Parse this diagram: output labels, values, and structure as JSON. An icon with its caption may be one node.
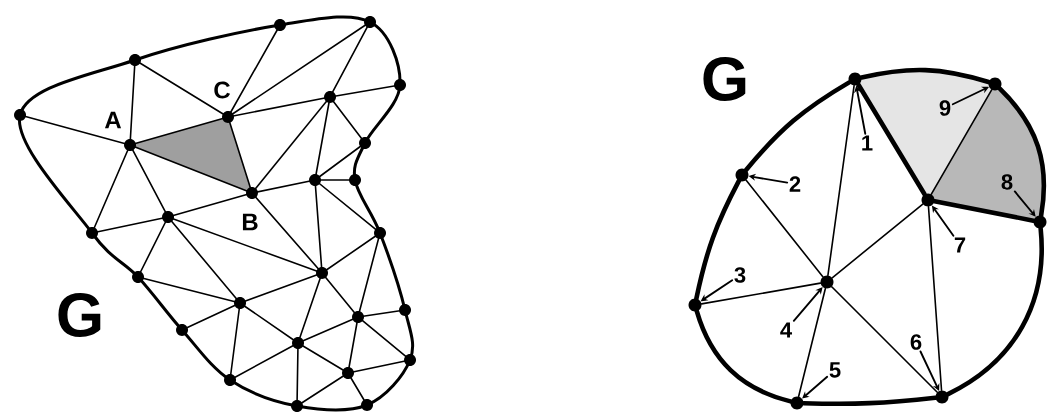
{
  "diagram": {
    "nodes": [
      {
        "text": [
          "1"
        ]
      },
      {
        "text": [
          "2"
        ]
      },
      {
        "text": [
          "3"
        ]
      },
      {
        "text": [
          "4"
        ]
      },
      {
        "text": [
          "5"
        ]
      },
      {
        "text": [
          "6"
        ]
      },
      {
        "text": [
          "7"
        ]
      },
      {
        "text": [
          "8"
        ]
      },
      {
        "text": [
          "9"
        ]
      },
      {
        "text": [],
        "shape": "circle"
      },
      {
        "text": [],
        "shape": "circle"
      },
      {
        "text": [],
        "shape": "circle"
      },
      {
        "text": [],
        "shape": "circle"
      },
      {
        "text": [],
        "shape": "circle"
      },
      {
        "text": [],
        "shape": "circle"
      },
      {
        "text": [],
        "shape": "circle"
      },
      {
        "text": [],
        "shape": "circle"
      },
      {
        "text": [],
        "shape": "circle"
      }
    ],
    "edges": [
      {
        "from": 0,
        "to": 9,
        "arrow": "to"
      },
      {
        "from": 1,
        "to": 10,
        "arrow": "to"
      },
      {
        "from": 2,
        "to": 11,
        "arrow": "to"
      },
      {
        "from": 3,
        "to": 12,
        "arrow": "to"
      },
      {
        "from": 4,
        "to": 13,
        "arrow": "to"
      },
      {
        "from": 5,
        "to": 14,
        "arrow": "to"
      },
      {
        "from": 6,
        "to": 15,
        "arrow": "to"
      },
      {
        "from": 7,
        "to": 16,
        "arrow": "to"
      },
      {
        "from": 8,
        "to": 17,
        "arrow": "to"
      },
      {
        "from": 9,
        "to": 17,
        "arrow": "none",
        "style": "thick"
      },
      {
        "from": 17,
        "to": 16,
        "arrow": "none",
        "style": "thick"
      },
      {
        "from": 16,
        "to": 14,
        "arrow": "none",
        "style": "thick"
      },
      {
        "from": 14,
        "to": 13,
        "arrow": "none",
        "style": "thick"
      },
      {
        "from": 13,
        "to": 11,
        "arrow": "none",
        "style": "thick"
      },
      {
        "from": 11,
        "to": 10,
        "arrow": "none",
        "style": "thick"
      },
      {
        "from": 10,
        "to": 9,
        "arrow": "none",
        "style": "thick"
      },
      {
        "from": 9,
        "to": 15,
        "arrow": "none",
        "style": "thick"
      },
      {
        "from": 15,
        "to": 16,
        "arrow": "none",
        "style": "thick"
      },
      {
        "from": 15,
        "to": 17,
        "arrow": "none"
      },
      {
        "from": 9,
        "to": 12,
        "arrow": "none"
      },
      {
        "from": 10,
        "to": 12,
        "arrow": "none"
      },
      {
        "from": 11,
        "to": 12,
        "arrow": "none"
      },
      {
        "from": 12,
        "to": 13,
        "arrow": "none"
      },
      {
        "from": 12,
        "to": 14,
        "arrow": "none"
      },
      {
        "from": 12,
        "to": 15,
        "arrow": "none"
      },
      {
        "from": 15,
        "to": 14,
        "arrow": "none"
      }
    ],
    "labels": [
      "C",
      "A",
      "B",
      "G",
      "G"
    ]
  }
}
